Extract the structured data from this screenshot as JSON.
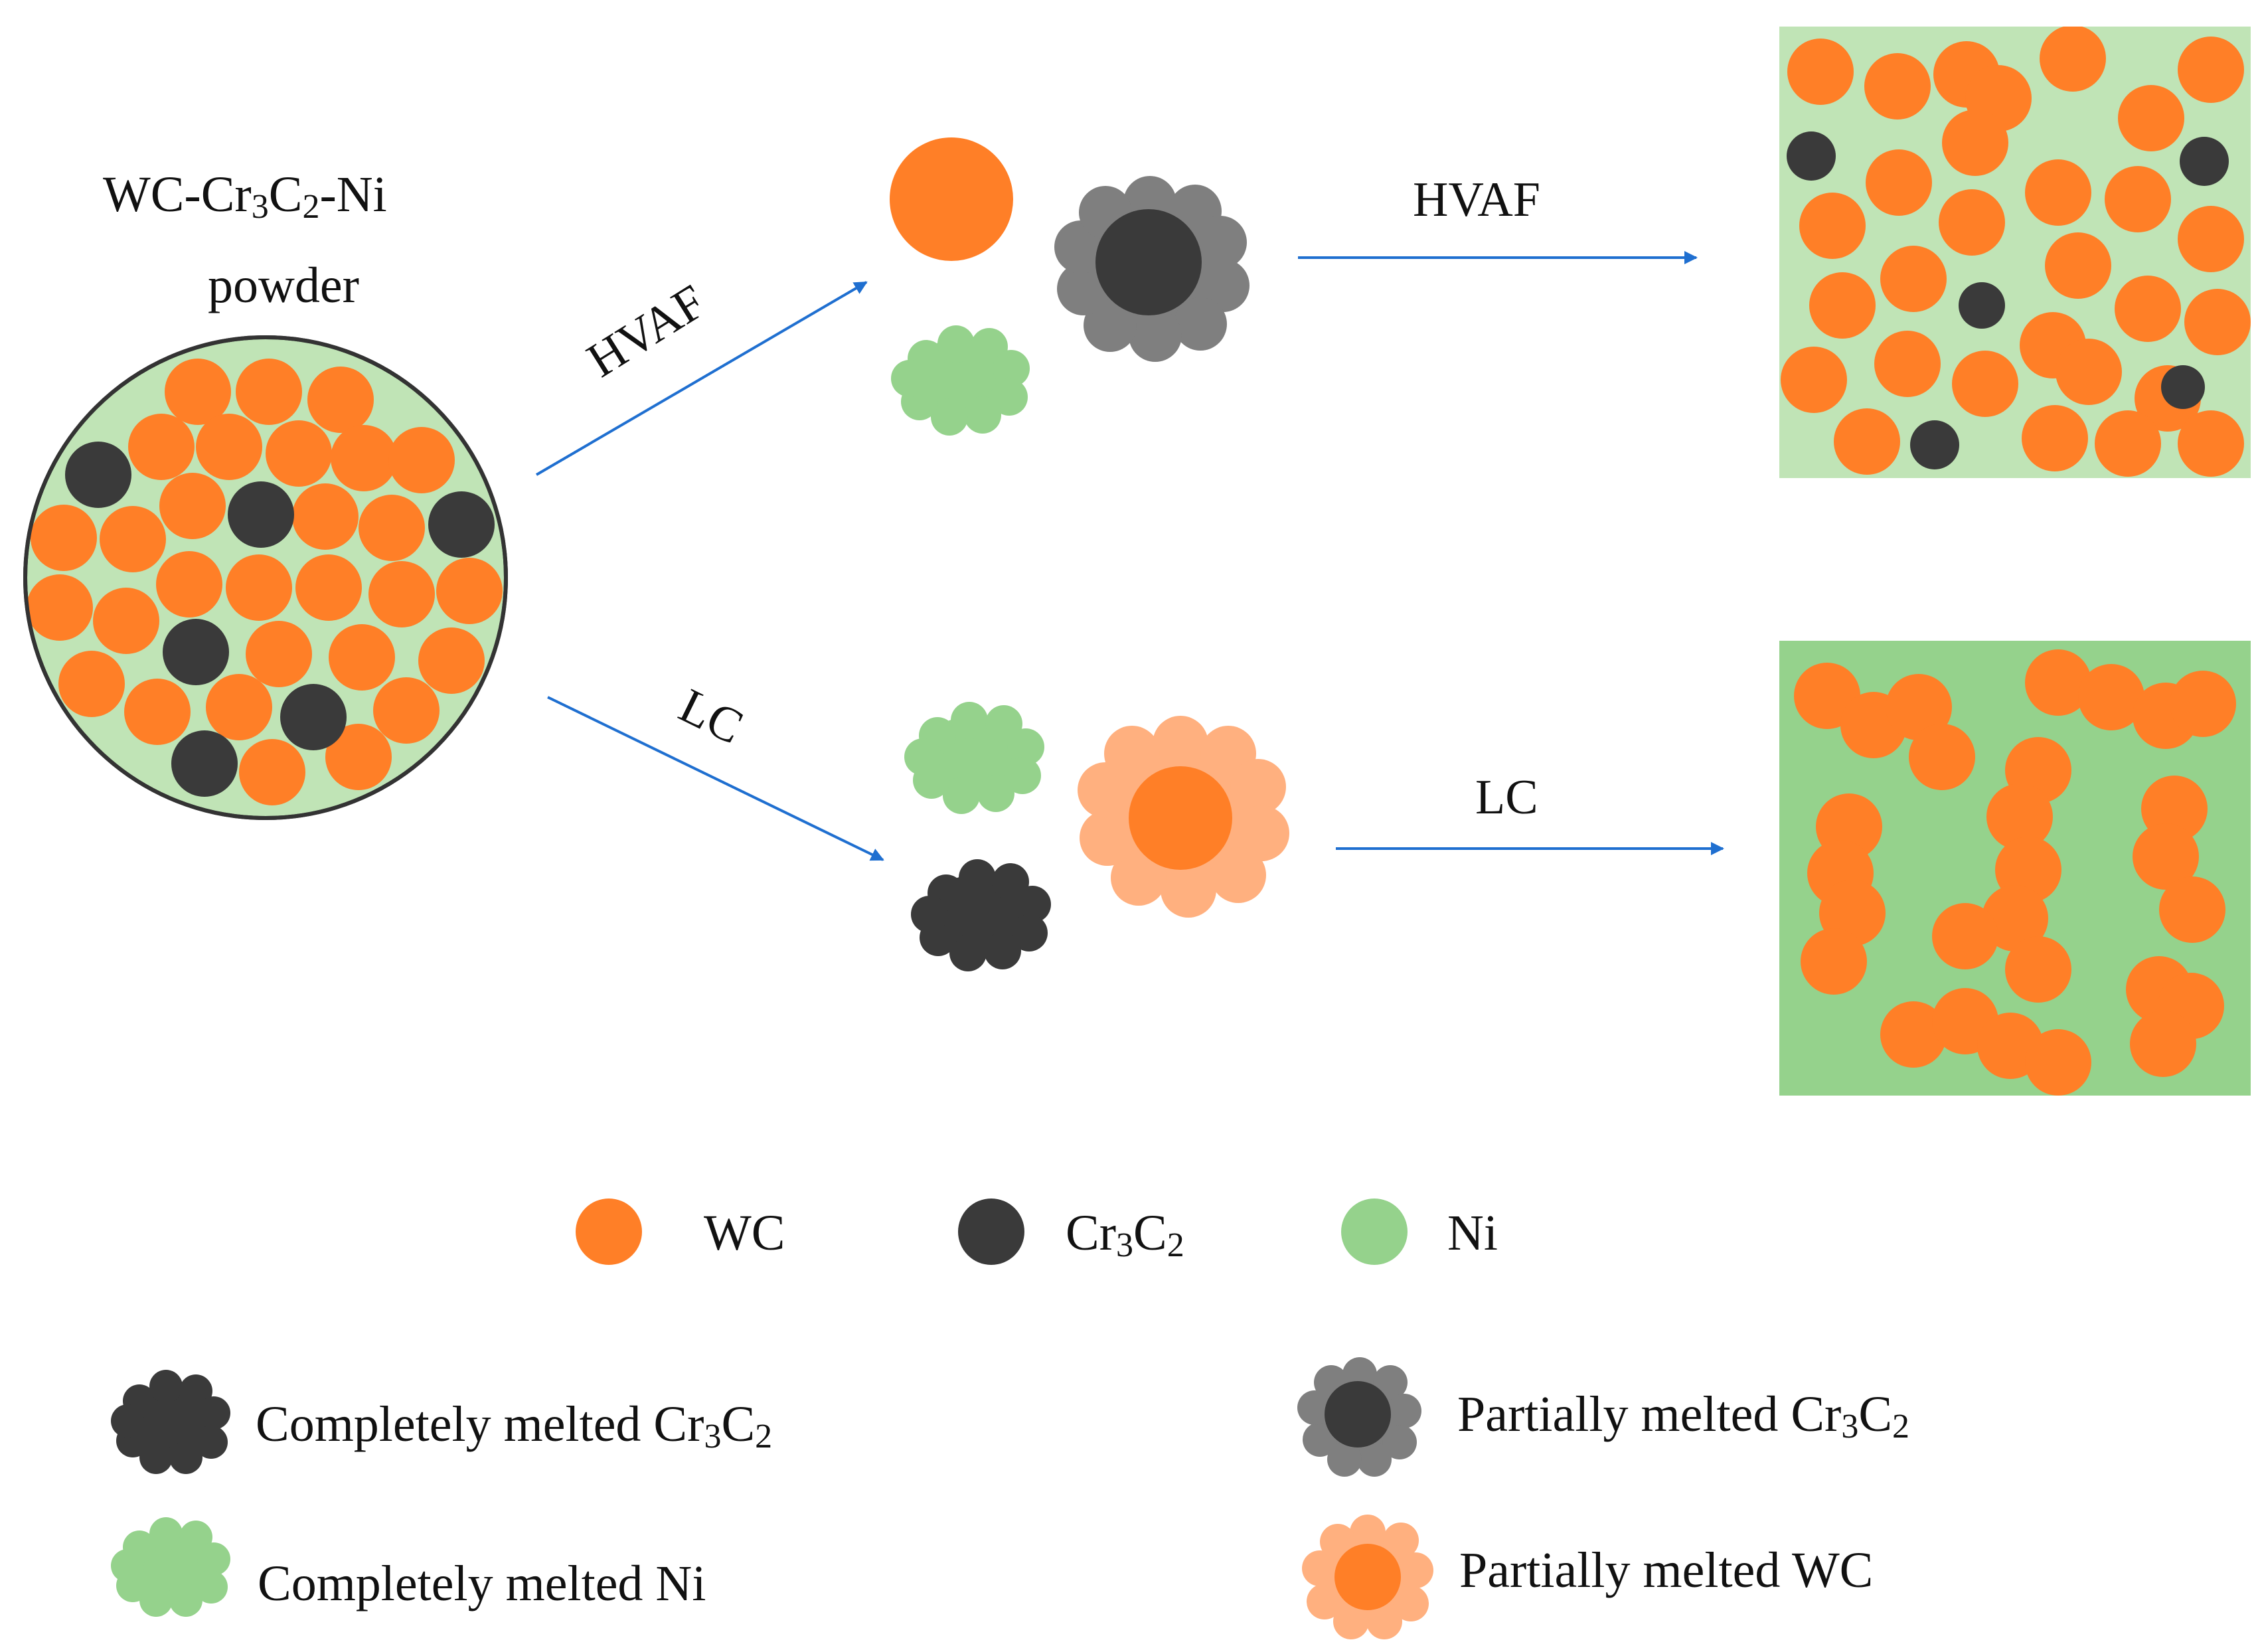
{
  "title": {
    "line1_prefix": "WC-Cr",
    "line1_sub1": "3",
    "line1_mid": "C",
    "line1_sub2": "2",
    "line1_suffix": "-Ni",
    "line2": "powder"
  },
  "arrows": {
    "hvaf_diag": "HVAF",
    "lc_diag": "LC",
    "hvaf_right": "HVAF",
    "lc_right": "LC"
  },
  "legend": {
    "wc": "WC",
    "cr_prefix": "Cr",
    "cr_sub1": "3",
    "cr_mid": "C",
    "cr_sub2": "2",
    "ni": "Ni",
    "completely_cr_prefix": "Completely melted Cr",
    "completely_cr_sub1": "3",
    "completely_cr_mid": "C",
    "completely_cr_sub2": "2",
    "completely_ni": "Completely melted Ni",
    "partially_cr_prefix": "Partially melted Cr",
    "partially_cr_sub1": "3",
    "partially_cr_mid": "C",
    "partially_cr_sub2": "2",
    "partially_wc": "Partially melted WC"
  },
  "colors": {
    "wc": "#FF7F27",
    "cr3c2": "#3A3A3A",
    "ni": "#95D28C",
    "ni_light": "#C0E4B6",
    "partially_cr_shell": "#7F7F7F",
    "partially_wc_shell": "#FFB07F",
    "arrow": "#1F6FD0"
  }
}
